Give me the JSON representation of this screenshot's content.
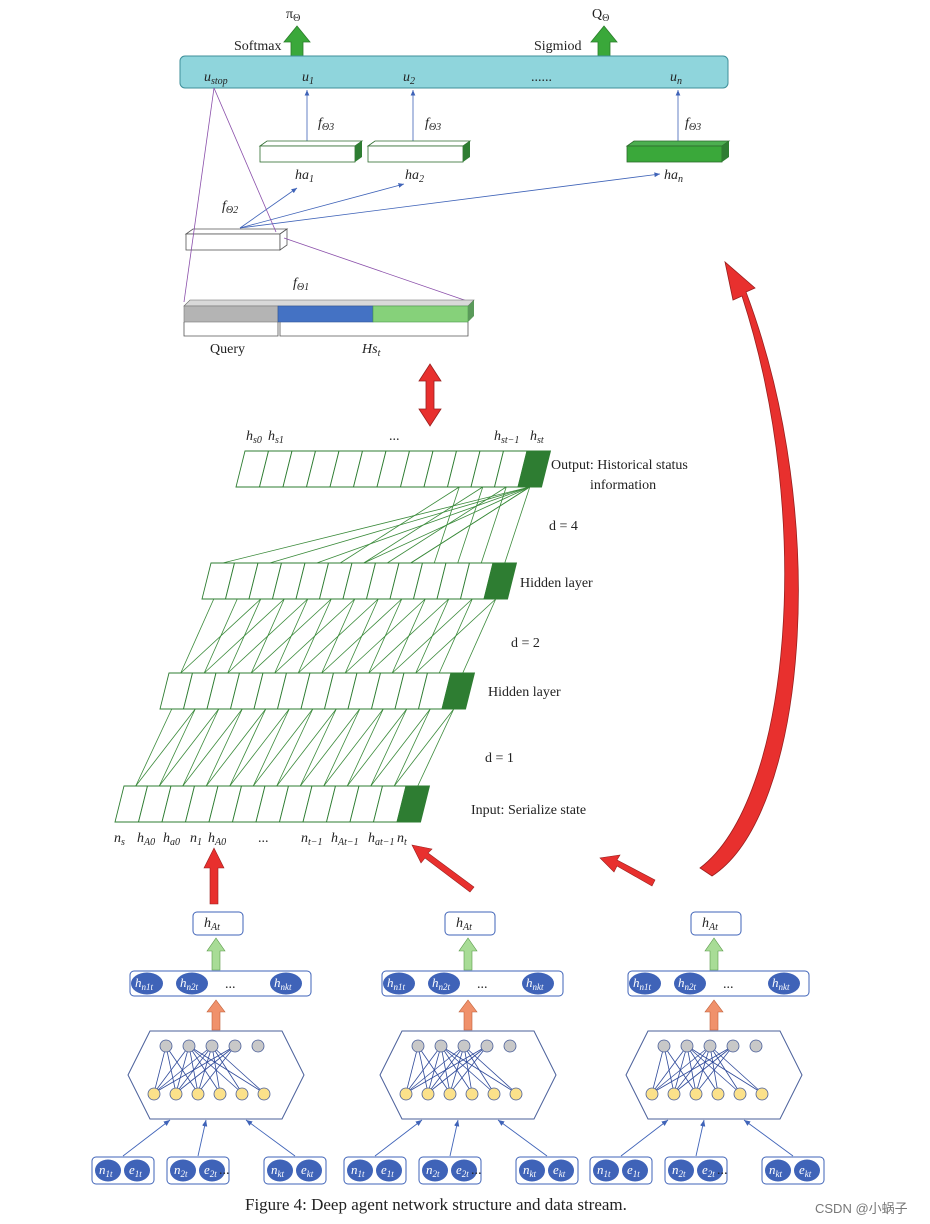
{
  "top": {
    "pi": "π",
    "pi_sub": "Θ",
    "q": "Q",
    "q_sub": "Θ",
    "softmax": "Softmax",
    "sigmoid": "Sigmiod",
    "dots": "......",
    "u_stop": "u",
    "u_stop_sub": "stop",
    "u1": "u",
    "u1_sub": "1",
    "u2": "u",
    "u2_sub": "2",
    "un": "u",
    "un_sub": "n",
    "f3": "f",
    "f3_sub": "Θ3",
    "f2": "f",
    "f2_sub": "Θ2",
    "f1": "f",
    "f1_sub": "Θ1",
    "ha1": "ha",
    "ha1_sub": "1",
    "ha2": "ha",
    "ha2_sub": "2",
    "han": "ha",
    "han_sub": "n",
    "query": "Query",
    "hs": "Hs",
    "hs_sub": "t"
  },
  "tcn": {
    "hs0": "h",
    "hs0_sub": "s0",
    "hs1": "h",
    "hs1_sub": "s1",
    "dots": "...",
    "hst1": "h",
    "hst1_sub": "st−1",
    "hst": "h",
    "hst_sub": "st",
    "output_l1": "Output: Historical status",
    "output_l2": "information",
    "d4": "d = 4",
    "hidden1": "Hidden layer",
    "d2": "d = 2",
    "hidden2": "Hidden layer",
    "d1": "d = 1",
    "input": "Input: Serialize state",
    "in_labels": [
      {
        "t": "n",
        "s": "s"
      },
      {
        "t": "h",
        "s": "A0"
      },
      {
        "t": "h",
        "s": "a0"
      },
      {
        "t": "n",
        "s": "1"
      },
      {
        "t": "h",
        "s": "A0"
      },
      {
        "t": "...",
        "s": ""
      },
      {
        "t": "n",
        "s": "t−1"
      },
      {
        "t": "h",
        "s": "At−1"
      },
      {
        "t": "h",
        "s": "at−1"
      },
      {
        "t": "n",
        "s": "t"
      }
    ]
  },
  "agent": {
    "hat": "h",
    "hat_sub": "At",
    "hn1": "h",
    "hn1_sub": "n1t",
    "hn2": "h",
    "hn2_sub": "n2t",
    "hnk": "h",
    "hnk_sub": "nkt",
    "dots": "...",
    "n1": "n",
    "n1_sub": "1t",
    "e1": "e",
    "e1_sub": "1t",
    "n2": "n",
    "n2_sub": "2t",
    "e2": "e",
    "e2_sub": "2t",
    "nk": "n",
    "nk_sub": "kt",
    "ek": "e",
    "ek_sub": "kt"
  },
  "caption": "Figure 4: Deep agent network structure and data stream.",
  "watermark": "CSDN @小蜗子",
  "colors": {
    "teal": "#8fd5dc",
    "green_dark": "#2e7d32",
    "green_mid": "#3aa83a",
    "green_light": "#86d17a",
    "blue_bar": "#4472c4",
    "gray_bar": "#b4b4b4",
    "red": "#e8302e",
    "orange": "#f0916b",
    "node_blue": "#3f63b8",
    "node_gray": "#c8c8c8",
    "node_yellow": "#fbe18a"
  }
}
